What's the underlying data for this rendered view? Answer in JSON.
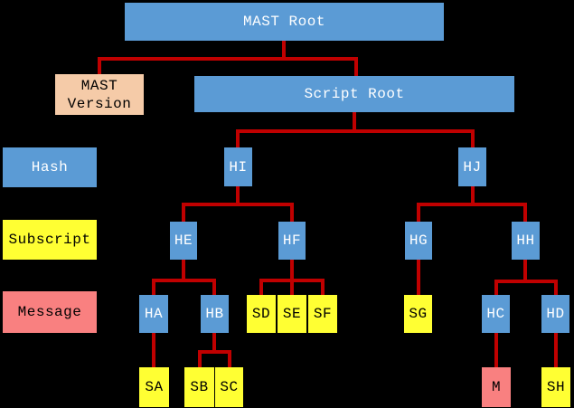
{
  "colors": {
    "blue": "#5B9BD5",
    "yellow": "#FFFF33",
    "salmon": "#F98080",
    "peach": "#F5CBA8",
    "red": "#C00000",
    "bg": "#000000"
  },
  "legend": {
    "hash": "Hash",
    "subscript": "Subscript",
    "message": "Message"
  },
  "nodes": {
    "mast_root": "MAST Root",
    "mast_version": "MAST Version",
    "script_root": "Script Root",
    "hi": "HI",
    "hj": "HJ",
    "he": "HE",
    "hf": "HF",
    "hg": "HG",
    "hh": "HH",
    "ha": "HA",
    "hb": "HB",
    "sd": "SD",
    "se": "SE",
    "sf": "SF",
    "sg": "SG",
    "hc": "HC",
    "hd": "HD",
    "sa": "SA",
    "sb": "SB",
    "sc": "SC",
    "m": "M",
    "sh": "SH"
  },
  "edges": [
    [
      "mast_root",
      "mast_version"
    ],
    [
      "mast_root",
      "script_root"
    ],
    [
      "script_root",
      "hi"
    ],
    [
      "script_root",
      "hj"
    ],
    [
      "hi",
      "he"
    ],
    [
      "hi",
      "hf"
    ],
    [
      "hj",
      "hg"
    ],
    [
      "hj",
      "hh"
    ],
    [
      "he",
      "ha"
    ],
    [
      "he",
      "hb"
    ],
    [
      "hf",
      "sd"
    ],
    [
      "hf",
      "se"
    ],
    [
      "hf",
      "sf"
    ],
    [
      "hg",
      "sg"
    ],
    [
      "hh",
      "hc"
    ],
    [
      "hh",
      "hd"
    ],
    [
      "ha",
      "sa"
    ],
    [
      "hb",
      "sb"
    ],
    [
      "hb",
      "sc"
    ],
    [
      "hc",
      "m"
    ],
    [
      "hd",
      "sh"
    ]
  ]
}
